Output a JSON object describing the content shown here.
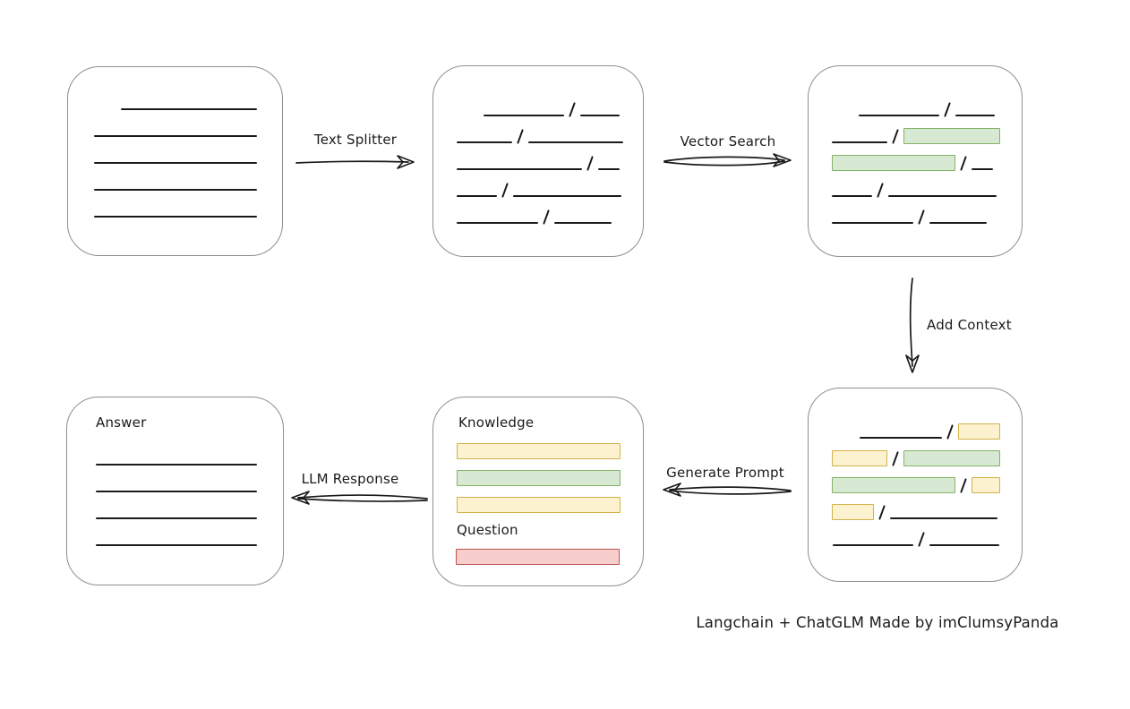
{
  "caption": "Langchain + ChatGLM Made by imClumsyPanda",
  "colors": {
    "box_border": "#8f8f8f",
    "line": "#1a1a1a",
    "green_fill": "#d7e9d3",
    "green_border": "#82b366",
    "yellow_fill": "#fdf2d0",
    "yellow_border": "#d1b24a",
    "red_fill": "#f8cecc",
    "red_border": "#b85450"
  },
  "arrows": {
    "text_splitter": {
      "label": "Text Splitter",
      "direction": "right"
    },
    "vector_search": {
      "label": "Vector Search",
      "direction": "right"
    },
    "add_context": {
      "label": "Add Context",
      "direction": "down"
    },
    "generate_prompt": {
      "label": "Generate Prompt",
      "direction": "left"
    },
    "llm_response": {
      "label": "LLM Response",
      "direction": "left"
    }
  },
  "nodes": {
    "document": {
      "rows": [
        {
          "indent": 59,
          "segs": [
            {
              "t": "line",
              "w": 152
            }
          ]
        },
        {
          "indent": 29,
          "segs": [
            {
              "t": "line",
              "w": 182
            }
          ]
        },
        {
          "indent": 29,
          "segs": [
            {
              "t": "line",
              "w": 182
            }
          ]
        },
        {
          "indent": 29,
          "segs": [
            {
              "t": "line",
              "w": 182
            }
          ]
        },
        {
          "indent": 29,
          "segs": [
            {
              "t": "line",
              "w": 182
            }
          ]
        }
      ]
    },
    "split_chunks": {
      "rows": [
        {
          "indent": 56,
          "segs": [
            {
              "t": "line",
              "w": 90
            },
            {
              "t": "line",
              "w": 44
            }
          ]
        },
        {
          "indent": 26,
          "segs": [
            {
              "t": "line",
              "w": 62
            },
            {
              "t": "line",
              "w": 106
            }
          ]
        },
        {
          "indent": 26,
          "segs": [
            {
              "t": "line",
              "w": 140
            },
            {
              "t": "line",
              "w": 24
            }
          ]
        },
        {
          "indent": 26,
          "segs": [
            {
              "t": "line",
              "w": 45
            },
            {
              "t": "line",
              "w": 121
            }
          ]
        },
        {
          "indent": 26,
          "segs": [
            {
              "t": "line",
              "w": 91
            },
            {
              "t": "line",
              "w": 64
            }
          ]
        }
      ]
    },
    "searched_chunks": {
      "rows": [
        {
          "indent": 56,
          "segs": [
            {
              "t": "line",
              "w": 90
            },
            {
              "t": "line",
              "w": 44
            }
          ]
        },
        {
          "indent": 26,
          "segs": [
            {
              "t": "line",
              "w": 62
            },
            {
              "t": "green",
              "w": 108
            }
          ]
        },
        {
          "indent": 26,
          "segs": [
            {
              "t": "green",
              "w": 138
            },
            {
              "t": "line",
              "w": 24
            }
          ]
        },
        {
          "indent": 26,
          "segs": [
            {
              "t": "line",
              "w": 45
            },
            {
              "t": "line",
              "w": 121
            }
          ]
        },
        {
          "indent": 26,
          "segs": [
            {
              "t": "line",
              "w": 91
            },
            {
              "t": "line",
              "w": 64
            }
          ]
        }
      ]
    },
    "context_chunks": {
      "rows": [
        {
          "indent": 57,
          "segs": [
            {
              "t": "line",
              "w": 92
            },
            {
              "t": "yellow",
              "w": 47
            }
          ]
        },
        {
          "indent": 26,
          "segs": [
            {
              "t": "yellow",
              "w": 62
            },
            {
              "t": "green",
              "w": 108
            }
          ]
        },
        {
          "indent": 26,
          "segs": [
            {
              "t": "green",
              "w": 138
            },
            {
              "t": "yellow",
              "w": 32
            }
          ]
        },
        {
          "indent": 26,
          "segs": [
            {
              "t": "yellow",
              "w": 47
            },
            {
              "t": "line",
              "w": 120
            }
          ]
        },
        {
          "indent": 27,
          "segs": [
            {
              "t": "line",
              "w": 90
            },
            {
              "t": "line",
              "w": 78
            }
          ]
        }
      ]
    },
    "prompt": {
      "knowledge_label": "Knowledge",
      "question_label": "Question",
      "knowledge_bars": [
        "yellow",
        "green",
        "yellow"
      ],
      "question_bars": [
        "red"
      ]
    },
    "answer": {
      "label": "Answer",
      "line_count": 4
    }
  }
}
